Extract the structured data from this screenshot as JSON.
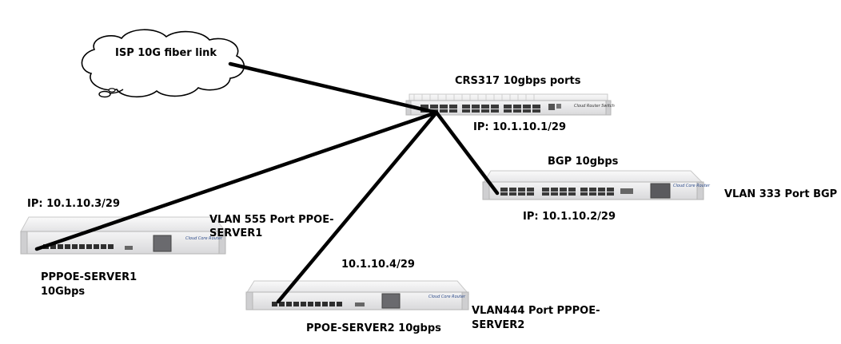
{
  "cloud": {
    "label": "ISP 10G fiber link"
  },
  "switch": {
    "name": "CRS317  10gbps ports",
    "ip": "IP: 10.1.10.1/29",
    "brand": "Cloud Router Switch"
  },
  "bgp_router": {
    "name": "BGP 10gbps",
    "ip": "IP: 10.1.10.2/29",
    "vlan": "VLAN 333 Port BGP",
    "brand": "Cloud Core Router"
  },
  "pppoe_server1": {
    "ip": "IP: 10.1.10.3/29",
    "vlan_line1": "VLAN 555 Port PPOE-",
    "vlan_line2": "SERVER1",
    "name_line1": "PPPOE-SERVER1",
    "name_line2": "10Gbps",
    "brand": "Cloud Core Router"
  },
  "pppoe_server2": {
    "ip": "10.1.10.4/29",
    "name": "PPOE-SERVER2 10gbps",
    "vlan_line1": "VLAN444 Port PPPOE-",
    "vlan_line2": "SERVER2",
    "brand": "Cloud Core Router"
  },
  "colors": {
    "link": "#000000",
    "device_body": "#e9e9ea",
    "device_edge": "#b5b5b5",
    "port": "#2a2a2a"
  }
}
